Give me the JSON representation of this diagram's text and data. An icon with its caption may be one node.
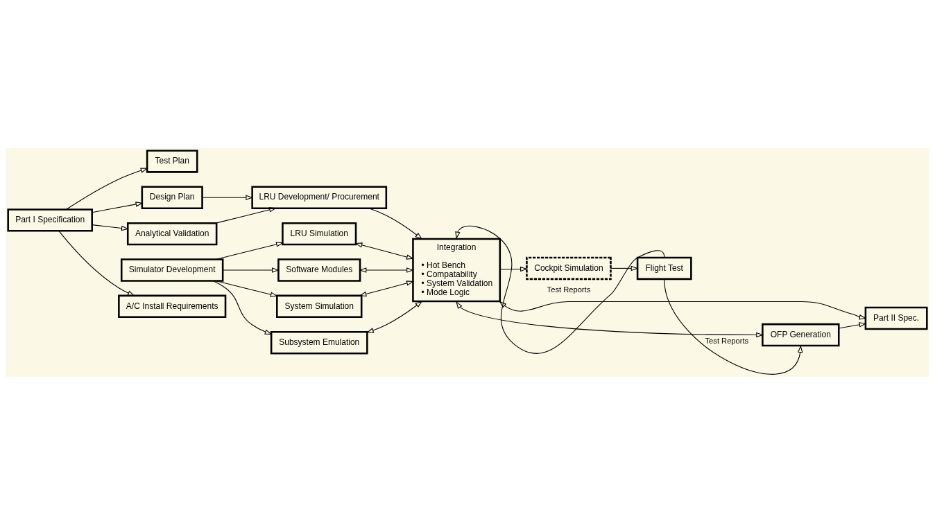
{
  "diagram": {
    "nodes": [
      {
        "text": [
          "Part I Specification"
        ]
      },
      {
        "text": [
          "Test Plan"
        ]
      },
      {
        "text": [
          "Design Plan"
        ]
      },
      {
        "text": [
          "Analytical Validation"
        ]
      },
      {
        "text": [
          "A/C Install Requirements"
        ]
      },
      {
        "text": [
          "LRU Development/ Procurement"
        ]
      },
      {
        "text": [
          "Integration",
          "• Hot Bench",
          "• Compatability",
          "• System Validation",
          "• Mode Logic"
        ]
      },
      {
        "text": [
          "Cockpit Simulation"
        ]
      },
      {
        "text": [
          "Flight Test"
        ]
      },
      {
        "text": [
          "Part II Spec."
        ]
      },
      {
        "text": [
          "OFP Generation"
        ]
      },
      {
        "text": [
          "Simulator Development"
        ]
      },
      {
        "text": [
          "System Simulation"
        ]
      },
      {
        "text": [
          "Subsystem Emulation"
        ]
      },
      {
        "text": [
          "LRU Simulation"
        ]
      },
      {
        "text": [
          "Software Modules"
        ]
      }
    ],
    "edges": [
      {
        "from": 0,
        "to": 1,
        "arrow": "to"
      },
      {
        "from": 0,
        "to": 2,
        "arrow": "to"
      },
      {
        "from": 0,
        "to": 3,
        "arrow": "to"
      },
      {
        "from": 0,
        "to": 4,
        "arrow": "to"
      },
      {
        "from": 2,
        "to": 5,
        "arrow": "to"
      },
      {
        "from": 3,
        "to": 5,
        "arrow": "to"
      },
      {
        "from": 5,
        "to": 6,
        "arrow": "to"
      },
      {
        "from": 6,
        "to": 7,
        "arrow": "to"
      },
      {
        "from": 7,
        "to": 8,
        "arrow": "to"
      },
      {
        "from": 8,
        "to": 6,
        "arrow": "to",
        "label": "Test Reports"
      },
      {
        "from": 8,
        "to": 10,
        "arrow": "to",
        "label": "Test Reports"
      },
      {
        "from": 6,
        "to": 10,
        "arrow": "both"
      },
      {
        "from": 6,
        "to": 9,
        "arrow": "both"
      },
      {
        "from": 10,
        "to": 9,
        "arrow": "to"
      },
      {
        "from": 11,
        "to": 12,
        "arrow": "to"
      },
      {
        "from": 11,
        "to": 13,
        "arrow": "to"
      },
      {
        "from": 11,
        "to": 14,
        "arrow": "to"
      },
      {
        "from": 11,
        "to": 15,
        "arrow": "to"
      },
      {
        "from": 6,
        "to": 12,
        "arrow": "both"
      },
      {
        "from": 6,
        "to": 13,
        "arrow": "both"
      },
      {
        "from": 6,
        "to": 14,
        "arrow": "both"
      },
      {
        "from": 6,
        "to": 15,
        "arrow": "both"
      }
    ]
  }
}
